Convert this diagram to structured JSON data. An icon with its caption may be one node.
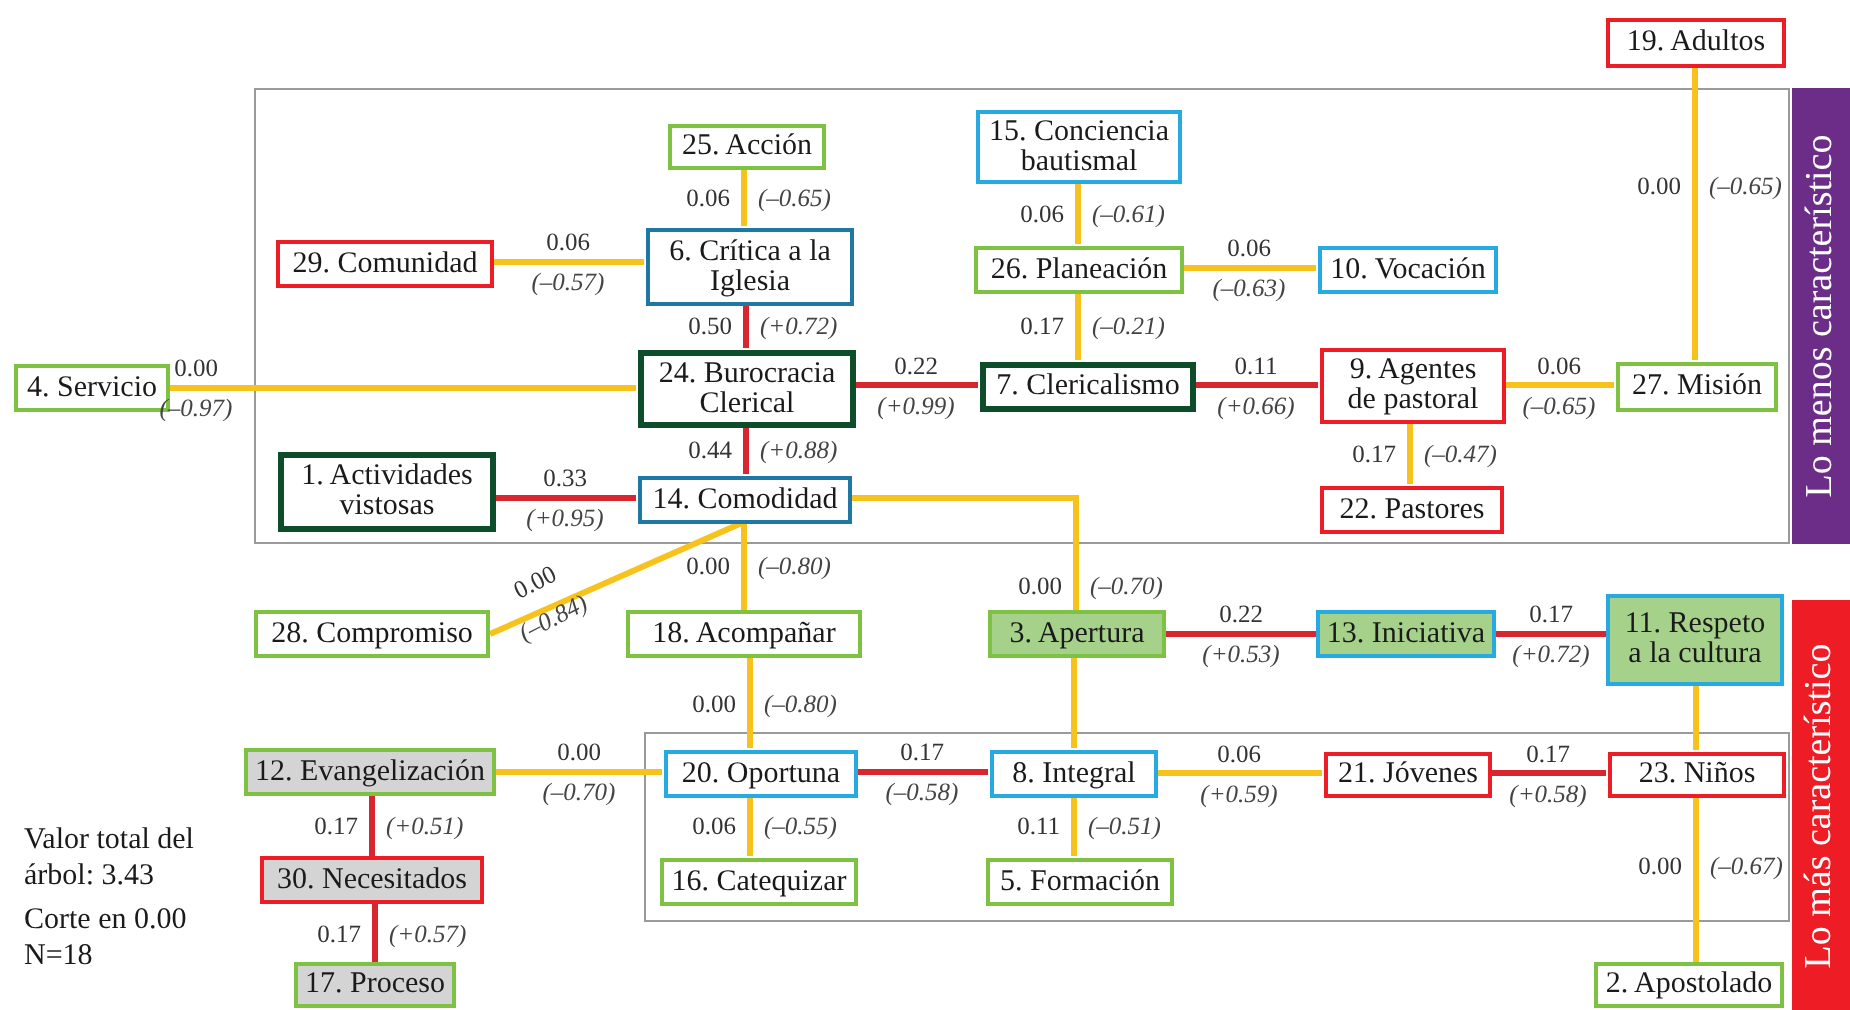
{
  "diagram": {
    "nodes": [
      {
        "text": [
          "19. Adultos"
        ]
      },
      {
        "text": [],
        "shape": "box"
      },
      {
        "text": [
          "25. Acción"
        ],
        "in": 1
      },
      {
        "text": [
          "15. Conciencia bautismal"
        ],
        "in": 1
      },
      {
        "text": [
          "29. Comunidad"
        ],
        "in": 1
      },
      {
        "text": [
          "6. Crítica a la Iglesia"
        ],
        "in": 1
      },
      {
        "text": [
          "26. Planeación"
        ],
        "in": 1
      },
      {
        "text": [
          "10. Vocación"
        ],
        "in": 1
      },
      {
        "text": [
          "4. Servicio"
        ]
      },
      {
        "text": [
          "24. Burocracia Clerical"
        ],
        "in": 1
      },
      {
        "text": [
          "7. Clericalismo"
        ],
        "in": 1
      },
      {
        "text": [
          "9. Agentes de pastoral"
        ],
        "in": 1
      },
      {
        "text": [
          "27. Misión"
        ],
        "in": 1
      },
      {
        "text": [
          "1. Actividades vistosas"
        ],
        "in": 1
      },
      {
        "text": [
          "14. Comodidad"
        ],
        "in": 1
      },
      {
        "text": [
          "22. Pastores"
        ],
        "in": 1
      },
      {
        "text": [
          "Lo menos característico"
        ]
      },
      {
        "text": [
          "28. Compromiso"
        ]
      },
      {
        "text": [
          "18. Acompañar"
        ]
      },
      {
        "text": [
          "3. Apertura"
        ]
      },
      {
        "text": [
          "13. Iniciativa"
        ]
      },
      {
        "text": [
          "11. Respeto a la cultura"
        ]
      },
      {
        "text": [
          "Lo más característico"
        ]
      },
      {
        "text": [],
        "shape": "box"
      },
      {
        "text": [
          "12. Evangelización"
        ]
      },
      {
        "text": [
          "20. Oportuna"
        ],
        "in": 23
      },
      {
        "text": [
          "8. Integral"
        ],
        "in": 23
      },
      {
        "text": [
          "21. Jóvenes"
        ],
        "in": 23
      },
      {
        "text": [
          "23. Niños"
        ],
        "in": 23
      },
      {
        "text": [
          "30. Necesitados"
        ]
      },
      {
        "text": [
          "16. Catequizar"
        ],
        "in": 23
      },
      {
        "text": [
          "5. Formación"
        ],
        "in": 23
      },
      {
        "text": [
          "17. Proceso"
        ]
      },
      {
        "text": [
          "2. Apostolado"
        ]
      }
    ],
    "edges": [
      {
        "from": 2,
        "to": 5,
        "arrow": "none",
        "label": "0.06 *(–0.65)*"
      },
      {
        "from": 4,
        "to": 5,
        "arrow": "none",
        "label": "0.06 *(–0.57)*"
      },
      {
        "from": 5,
        "to": 9,
        "arrow": "none",
        "label": "0.50 *(+0.72)*",
        "color": "#d7262e"
      },
      {
        "from": 8,
        "to": 9,
        "arrow": "none",
        "label": "0.00 *(–0.97)*"
      },
      {
        "from": 9,
        "to": 10,
        "arrow": "none",
        "label": "0.22 *(+0.99)*",
        "color": "#d7262e"
      },
      {
        "from": 3,
        "to": 6,
        "arrow": "none",
        "label": "0.06 *(–0.61)*"
      },
      {
        "from": 6,
        "to": 7,
        "arrow": "none",
        "label": "0.06 *(–0.63)*"
      },
      {
        "from": 6,
        "to": 10,
        "arrow": "none",
        "label": "0.17 *(–0.21)*"
      },
      {
        "from": 10,
        "to": 11,
        "arrow": "none",
        "label": "0.11 *(+0.66)*",
        "color": "#d7262e"
      },
      {
        "from": 11,
        "to": 12,
        "arrow": "none",
        "label": "0.06 *(–0.65)*"
      },
      {
        "from": 0,
        "to": 12,
        "arrow": "none",
        "label": "0.00 *(–0.65)*"
      },
      {
        "from": 11,
        "to": 15,
        "arrow": "none",
        "label": "0.17 *(–0.47)*"
      },
      {
        "from": 9,
        "to": 14,
        "arrow": "none",
        "label": "0.44 *(+0.88)*",
        "color": "#d7262e"
      },
      {
        "from": 13,
        "to": 14,
        "arrow": "none",
        "label": "0.33 *(+0.95)*",
        "color": "#d7262e"
      },
      {
        "from": 14,
        "to": 17,
        "arrow": "none",
        "label": "0.00 *(–0.84)*"
      },
      {
        "from": 14,
        "to": 18,
        "arrow": "none",
        "label": "0.00 *(–0.80)*"
      },
      {
        "from": 14,
        "to": 19,
        "arrow": "none",
        "label": "0.00 *(–0.70)*"
      },
      {
        "from": 19,
        "to": 20,
        "arrow": "none",
        "label": "0.22 *(+0.53)*",
        "color": "#d7262e"
      },
      {
        "from": 20,
        "to": 21,
        "arrow": "none",
        "label": "0.17 *(+0.72)*",
        "color": "#d7262e"
      },
      {
        "from": 18,
        "to": 25,
        "arrow": "none",
        "label": "0.00 *(–0.80)*"
      },
      {
        "from": 24,
        "to": 25,
        "arrow": "none",
        "label": "0.00 *(–0.70)*"
      },
      {
        "from": 25,
        "to": 26,
        "arrow": "none",
        "label": "0.17 *(–0.58)*",
        "color": "#d7262e"
      },
      {
        "from": 19,
        "to": 26,
        "arrow": "none"
      },
      {
        "from": 26,
        "to": 27,
        "arrow": "none",
        "label": "0.06 *(+0.59)*"
      },
      {
        "from": 27,
        "to": 28,
        "arrow": "none",
        "label": "0.17 *(+0.58)*",
        "color": "#d7262e"
      },
      {
        "from": 21,
        "to": 28,
        "arrow": "none"
      },
      {
        "from": 24,
        "to": 29,
        "arrow": "none",
        "label": "0.17 *(+0.51)*",
        "color": "#d7262e"
      },
      {
        "from": 25,
        "to": 30,
        "arrow": "none",
        "label": "0.06 *(–0.55)*"
      },
      {
        "from": 26,
        "to": 31,
        "arrow": "none",
        "label": "0.11 *(–0.51)*"
      },
      {
        "from": 29,
        "to": 32,
        "arrow": "none",
        "label": "0.17 *(+0.57)*",
        "color": "#d7262e"
      },
      {
        "from": 28,
        "to": 33,
        "arrow": "none",
        "label": "0.00 *(–0.67)*"
      }
    ],
    "labels": [
      "Valor total del árbol: 3.43",
      "Corte en 0.00",
      "N=18"
    ]
  }
}
